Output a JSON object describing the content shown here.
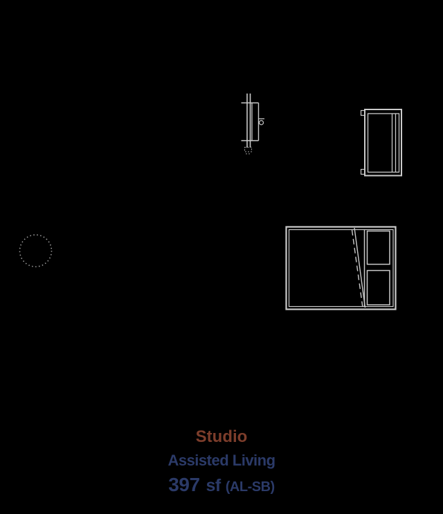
{
  "colors": {
    "background": "#000000",
    "line": "#cbcbcb",
    "line_dim": "#9c9c9c",
    "unit_type": "#7d3d2b",
    "care_level": "#2b3a68"
  },
  "label": {
    "unit_type": "Studio",
    "care_level": "Assisted Living",
    "area_value": "397",
    "area_unit": "sf",
    "area_code": "(AL-SB)"
  },
  "symbols": {
    "tv": "wall-mounted-tv-plan-icon",
    "dresser": "dresser-plan-icon",
    "bed": "bed-with-pillows-plan-icon",
    "circle": "dashed-round-fixture-icon"
  }
}
